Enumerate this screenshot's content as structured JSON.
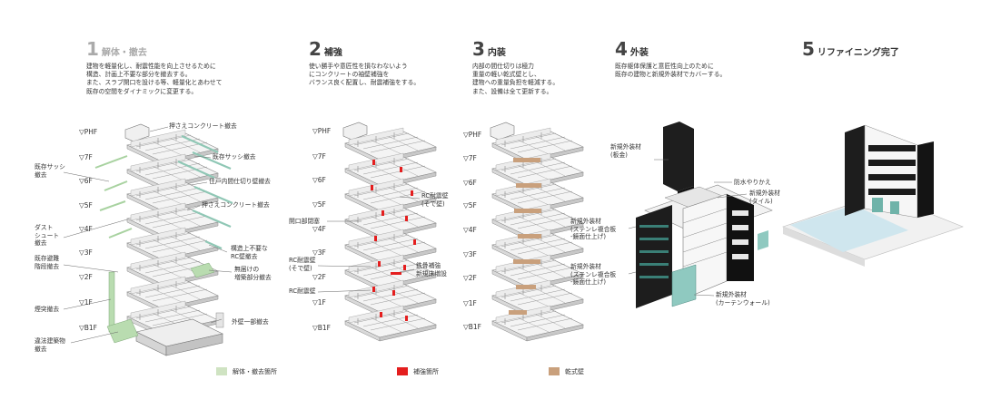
{
  "steps": [
    {
      "number": "1",
      "label": "解体・撤去",
      "lines": [
        "建物を軽量化し、耐震性能を向上させるために",
        "構造、計画上不要な部分を撤去する。",
        "また、スラブ開口を設ける等、軽量化とあわせて",
        "既存の空間をダイナミックに変更する。"
      ]
    },
    {
      "number": "2",
      "label": "補強",
      "lines": [
        "使い勝手や意匠性を損なわないよう",
        "にコンクリートの袖壁補強を",
        "バランス良く配置し、耐震補強をする。"
      ]
    },
    {
      "number": "3",
      "label": "内装",
      "lines": [
        "内部の間仕切りは極力",
        "重量の軽い乾式壁とし、",
        "建物への重量負担を軽減する。",
        "また、設備は全て更新する。"
      ]
    },
    {
      "number": "4",
      "label": "外装",
      "lines": [
        "既存躯体保護と意匠性向上のために",
        "既存の建物と新規外装材でカバーする。"
      ]
    },
    {
      "number": "5",
      "label": "リファイニング完了",
      "lines": []
    }
  ],
  "floors": [
    "▽PHF",
    "▽7F",
    "▽6F",
    "▽5F",
    "▽4F",
    "▽3F",
    "▽2F",
    "▽1F",
    "▽B1F"
  ],
  "callouts_step1_left": [
    {
      "text": "既存サッシ\n撤去"
    },
    {
      "text": "ダスト\nシュート\n撤去"
    },
    {
      "text": "既存避難\n階段撤去"
    },
    {
      "text": "煙突撤去"
    },
    {
      "text": "違法建築物\n撤去"
    }
  ],
  "callouts_step1_right": [
    {
      "text": "押さえコンクリート撤去"
    },
    {
      "text": "既存サッシ撤去"
    },
    {
      "text": "住戸内間仕切り壁撤去"
    },
    {
      "text": "押さえコンクリート撤去"
    },
    {
      "text": "構造上不要な\nRC壁撤去"
    },
    {
      "text": "無届けの\n増築部分撤去"
    },
    {
      "text": "外壁一部撤去"
    }
  ],
  "callouts_step2": [
    {
      "text": "RC耐震壁\n(そで壁)"
    },
    {
      "text": "開口部閉塞"
    },
    {
      "text": "RC耐震壁\n(そで壁)"
    },
    {
      "text": "鉄骨補強\n新規床増設"
    },
    {
      "text": "RC耐震壁"
    }
  ],
  "callouts_step4": [
    {
      "text": "新規外装材\n(板金)"
    },
    {
      "text": "防水やりかえ"
    },
    {
      "text": "新規外装材\n(タイル)"
    },
    {
      "text": "新規外装材\n(ステンレ複合板\n-鏡面仕上げ)"
    },
    {
      "text": "新規外装材\n(ステンレ複合板\n-鏡面仕上げ)"
    },
    {
      "text": "新規外装材\n(カーテンウォール)"
    }
  ],
  "legend": [
    {
      "label": "解体・撤去箇所",
      "color": "#cfe3c2"
    },
    {
      "label": "補強箇所",
      "color": "#e41e1e"
    },
    {
      "label": "乾式壁",
      "color": "#c9a07c"
    }
  ],
  "colors": {
    "demolition": "#cfe3c2",
    "steel_green": "#9ccfc0",
    "reinforcement": "#e41e1e",
    "drywall": "#c9a07c",
    "dark": "#1a1a1a",
    "water": "#cfe6ee"
  }
}
